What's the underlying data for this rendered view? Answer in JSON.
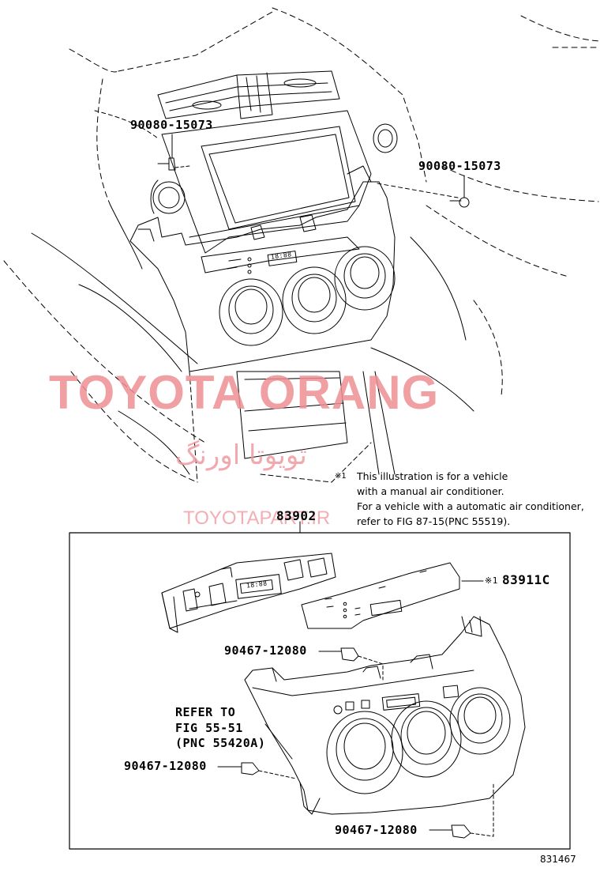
{
  "top_callouts": {
    "bolt_left": "90080-15073",
    "bolt_right": "90080-15073"
  },
  "panel_box": {
    "assembly": "83902",
    "cover": "83911C",
    "cover_mark": "※1",
    "clip_upper": "90467-12080",
    "clip_left": "90467-12080",
    "clip_bottom": "90467-12080",
    "refer": [
      "REFER TO",
      "FIG 55-51",
      "(PNC 55420A)"
    ]
  },
  "note": {
    "mark": "※1",
    "lines": [
      "This illustration is for a vehicle",
      "with a manual air conditioner.",
      "For a vehicle with a automatic air conditioner,",
      "refer to FIG 87-15(PNC 55519)."
    ]
  },
  "panel_text": {
    "clock_upper": "18:88",
    "clock_lower": "18:88"
  },
  "watermark": {
    "main": "TOYOTA ORANG",
    "persian": "تویوتا اورنگ",
    "site": "TOYOTAPART.IR",
    "color": "#e87a80"
  },
  "figure_number": "831467"
}
